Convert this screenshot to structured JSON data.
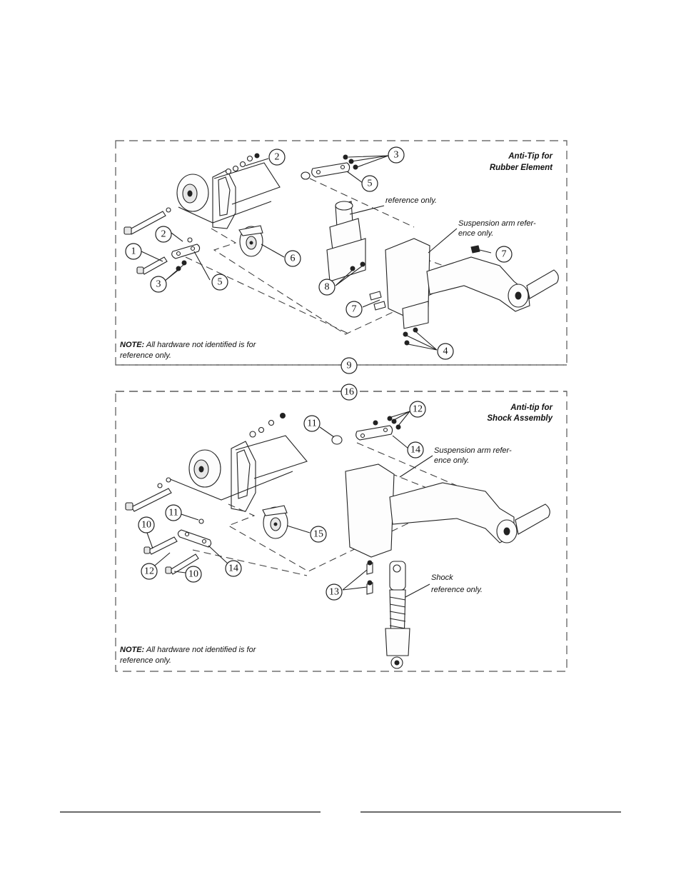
{
  "diagram_top": {
    "title_line1": "Anti-Tip for",
    "title_line2": "Rubber Element",
    "note_bold": "NOTE:",
    "note_rest": " All hardware not identified is for",
    "note_line2": "reference only.",
    "ref_reference_only": "reference only.",
    "ref_susp_line1": "Suspension arm refer-",
    "ref_susp_line2": "ence only.",
    "balloons": [
      "2",
      "3",
      "5",
      "2",
      "1",
      "3",
      "5",
      "6",
      "8",
      "7",
      "7",
      "4"
    ]
  },
  "divider_labels": [
    "9",
    "16"
  ],
  "diagram_bottom": {
    "title_line1": "Anti-tip for",
    "title_line2": "Shock Assembly",
    "note_bold": "NOTE:",
    "note_rest": " All hardware not identified is for",
    "note_line2": "reference only.",
    "ref_susp_line1": "Suspension arm refer-",
    "ref_susp_line2": "ence only.",
    "ref_shock_line1": "Shock",
    "ref_shock_line2": "reference only.",
    "balloons": [
      "11",
      "12",
      "14",
      "11",
      "10",
      "12",
      "10",
      "14",
      "15",
      "13"
    ]
  }
}
